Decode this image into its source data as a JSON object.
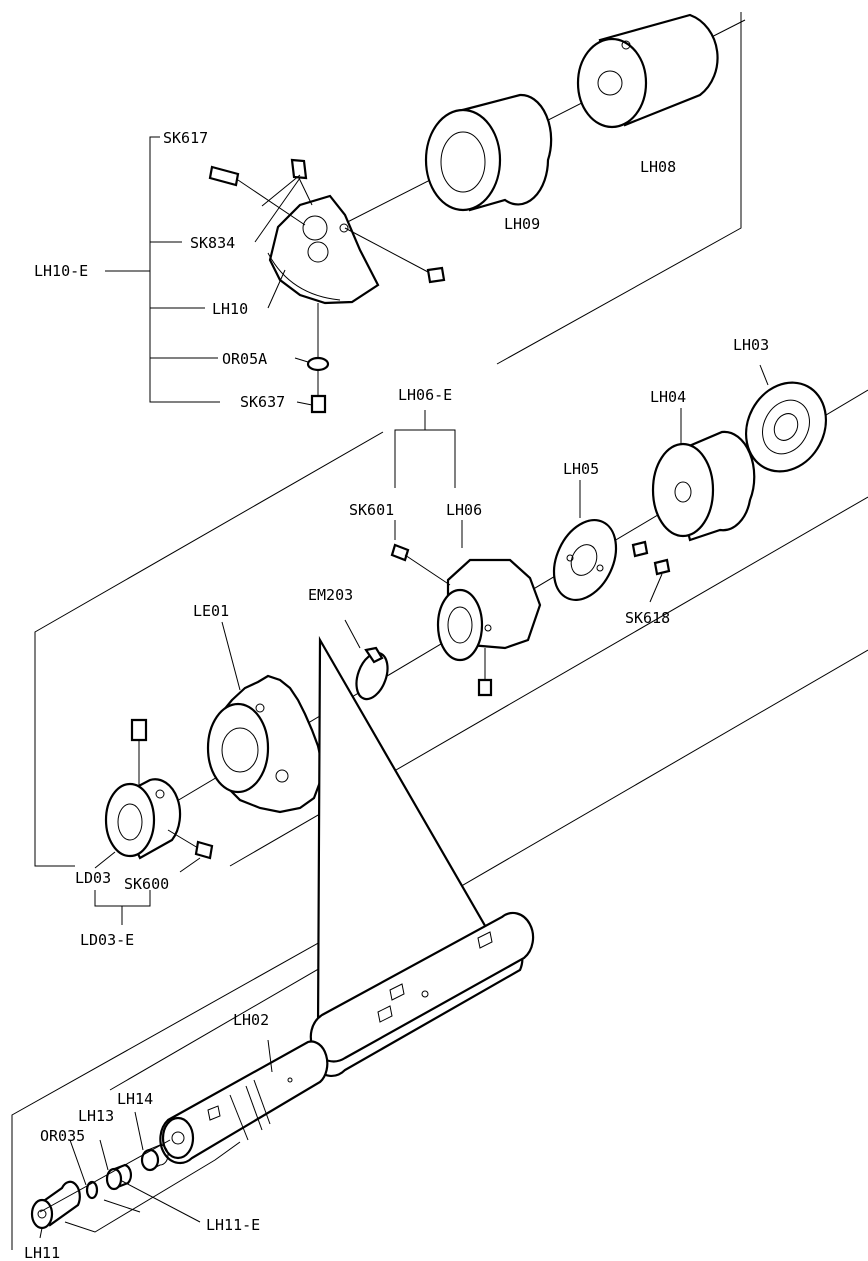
{
  "labels": {
    "sk617": "SK617",
    "sk834": "SK834",
    "lh10e": "LH10-E",
    "lh10": "LH10",
    "or05a": "OR05A",
    "sk637": "SK637",
    "lh09": "LH09",
    "lh08": "LH08",
    "lh06e": "LH06-E",
    "sk601": "SK601",
    "lh06": "LH06",
    "lh05": "LH05",
    "lh04": "LH04",
    "lh03": "LH03",
    "sk618": "SK618",
    "em203": "EM203",
    "le01": "LE01",
    "ld03": "LD03",
    "sk600": "SK600",
    "ld03e": "LD03-E",
    "lh02": "LH02",
    "lh14": "LH14",
    "lh13": "LH13",
    "or035": "OR035",
    "lh11e": "LH11-E",
    "lh11": "LH11"
  },
  "colors": {
    "line": "#000000",
    "background": "#ffffff"
  }
}
